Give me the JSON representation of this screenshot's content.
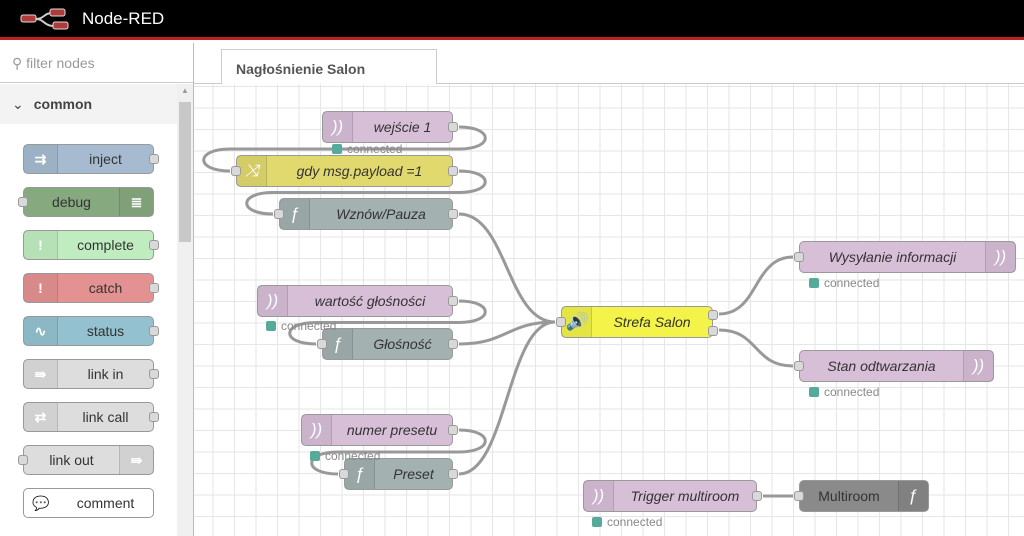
{
  "header": {
    "title": "Node-RED"
  },
  "palette": {
    "filter_placeholder": "filter nodes",
    "category": "common",
    "nodes": [
      {
        "label": "inject",
        "color": "#a6bbcf"
      },
      {
        "label": "debug",
        "color": "#87a980"
      },
      {
        "label": "complete",
        "color": "#c0edc0"
      },
      {
        "label": "catch",
        "color": "#e49191"
      },
      {
        "label": "status",
        "color": "#94c1d0"
      },
      {
        "label": "link in",
        "color": "#dddddd"
      },
      {
        "label": "link call",
        "color": "#dddddd"
      },
      {
        "label": "link out",
        "color": "#dddddd"
      },
      {
        "label": "comment",
        "color": "#ffffff"
      }
    ]
  },
  "workspace": {
    "tab": "Nagłośnienie Salon",
    "nodes": {
      "wejscie": "wejście 1",
      "gdy": "gdy msg.payload =1",
      "wznow": "Wznów/Pauza",
      "wartosc": "wartość głośności",
      "glosnosc": "Głośność",
      "strefa": "Strefa Salon",
      "wysylanie": "Wysyłanie informacji",
      "stan": "Stan odtwarzania",
      "numer": "numer presetu",
      "preset": "Preset",
      "trigger": "Trigger multiroom",
      "multiroom": "Multiroom"
    },
    "status": "connected"
  },
  "colors": {
    "accent": "#c02020",
    "mqtt": "#d8bfd8",
    "switch": "#e2d96e",
    "function": "#a3b1b1",
    "speaker": "#f3f34a",
    "multiroom": "#8a8a8a"
  }
}
